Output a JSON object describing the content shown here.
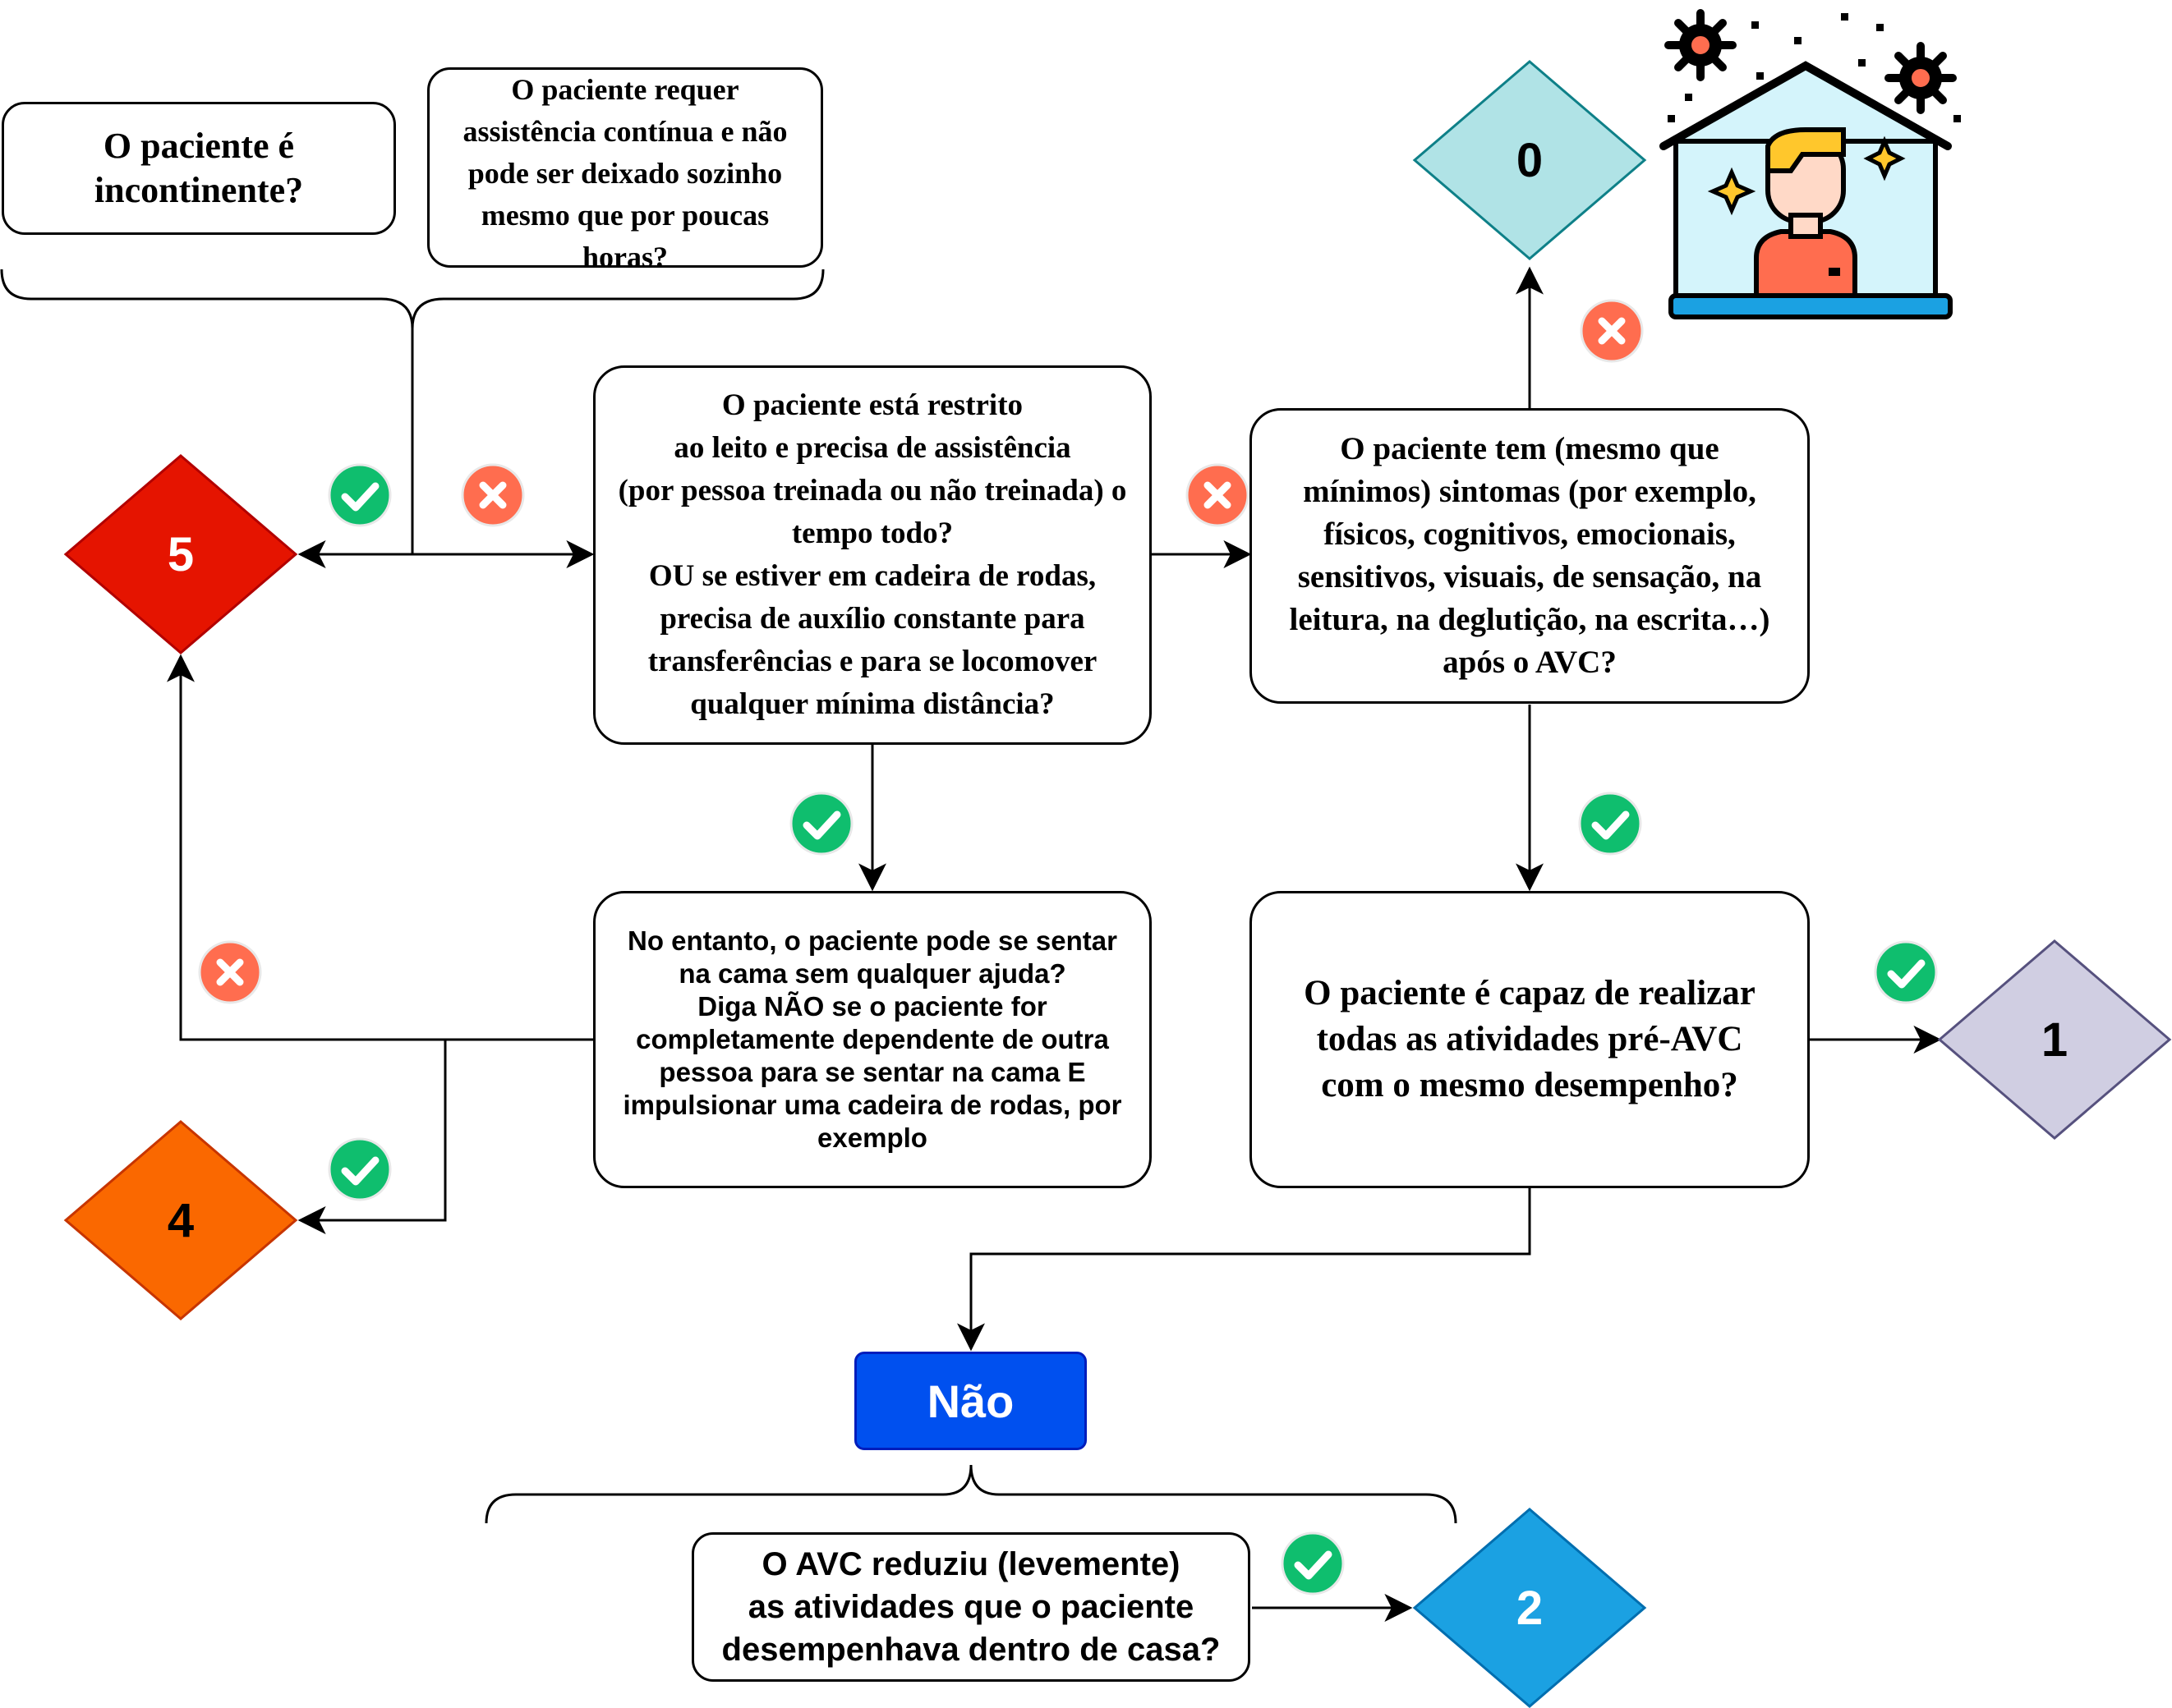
{
  "boxes": {
    "incontinent": "O paciente é\nincontinente?",
    "continuous_assistance": "O paciente requer\nassistência contínua e não\npode ser deixado sozinho\nmesmo que por poucas\nhoras?",
    "bedridden": "O paciente está restrito\nao leito e precisa de assistência\n(por pessoa treinada ou não treinada) o\ntempo todo?\nOU se estiver em cadeira de rodas,\nprecisa de auxílio constante para\ntransferências e para se locomover\nqualquer mínima distância?",
    "symptoms": "O paciente tem (mesmo que\nmínimos) sintomas (por exemplo,\nfísicos, cognitivos, emocionais,\nsensitivos, visuais, de sensação, na\nleitura, na deglutição, na escrita…)\napós o AVC?",
    "sit_in_bed": "No entanto, o paciente pode se sentar\nna cama sem qualquer ajuda?\nDiga NÃO se o paciente for\ncompletamente dependente de outra\npessoa para se sentar na cama E\nimpulsionar uma cadeira de rodas, por\nexemplo",
    "pre_stroke_activities": "O paciente é capaz de realizar\ntodas as atividades pré-AVC\ncom o mesmo desempenho?",
    "reduced_home_activities": "O AVC reduziu (levemente)\nas atividades que o paciente\ndesempenhava dentro de casa?"
  },
  "nao_label": "Não",
  "scores": [
    {
      "key": "score_5",
      "label": "5",
      "fill": "#e51400",
      "stroke": "#b20000",
      "text_color": "#ffffff"
    },
    {
      "key": "score_4",
      "label": "4",
      "fill": "#fa6800",
      "stroke": "#c73500",
      "text_color": "#000000"
    },
    {
      "key": "score_0",
      "label": "0",
      "fill": "#b0e3e6",
      "stroke": "#0e8088",
      "text_color": "#000000"
    },
    {
      "key": "score_1",
      "label": "1",
      "fill": "#d0cee2",
      "stroke": "#56517e",
      "text_color": "#000000"
    },
    {
      "key": "score_2",
      "label": "2",
      "fill": "#1ba1e2",
      "stroke": "#006eaf",
      "text_color": "#ffffff"
    }
  ],
  "icons": {
    "yes": "check-icon",
    "no": "cross-icon",
    "illustration": "person-at-home-icon"
  },
  "colors": {
    "yes_badge": "#0fbe6e",
    "no_badge": "#ff6d4f",
    "nao_button": "#0050ef"
  }
}
